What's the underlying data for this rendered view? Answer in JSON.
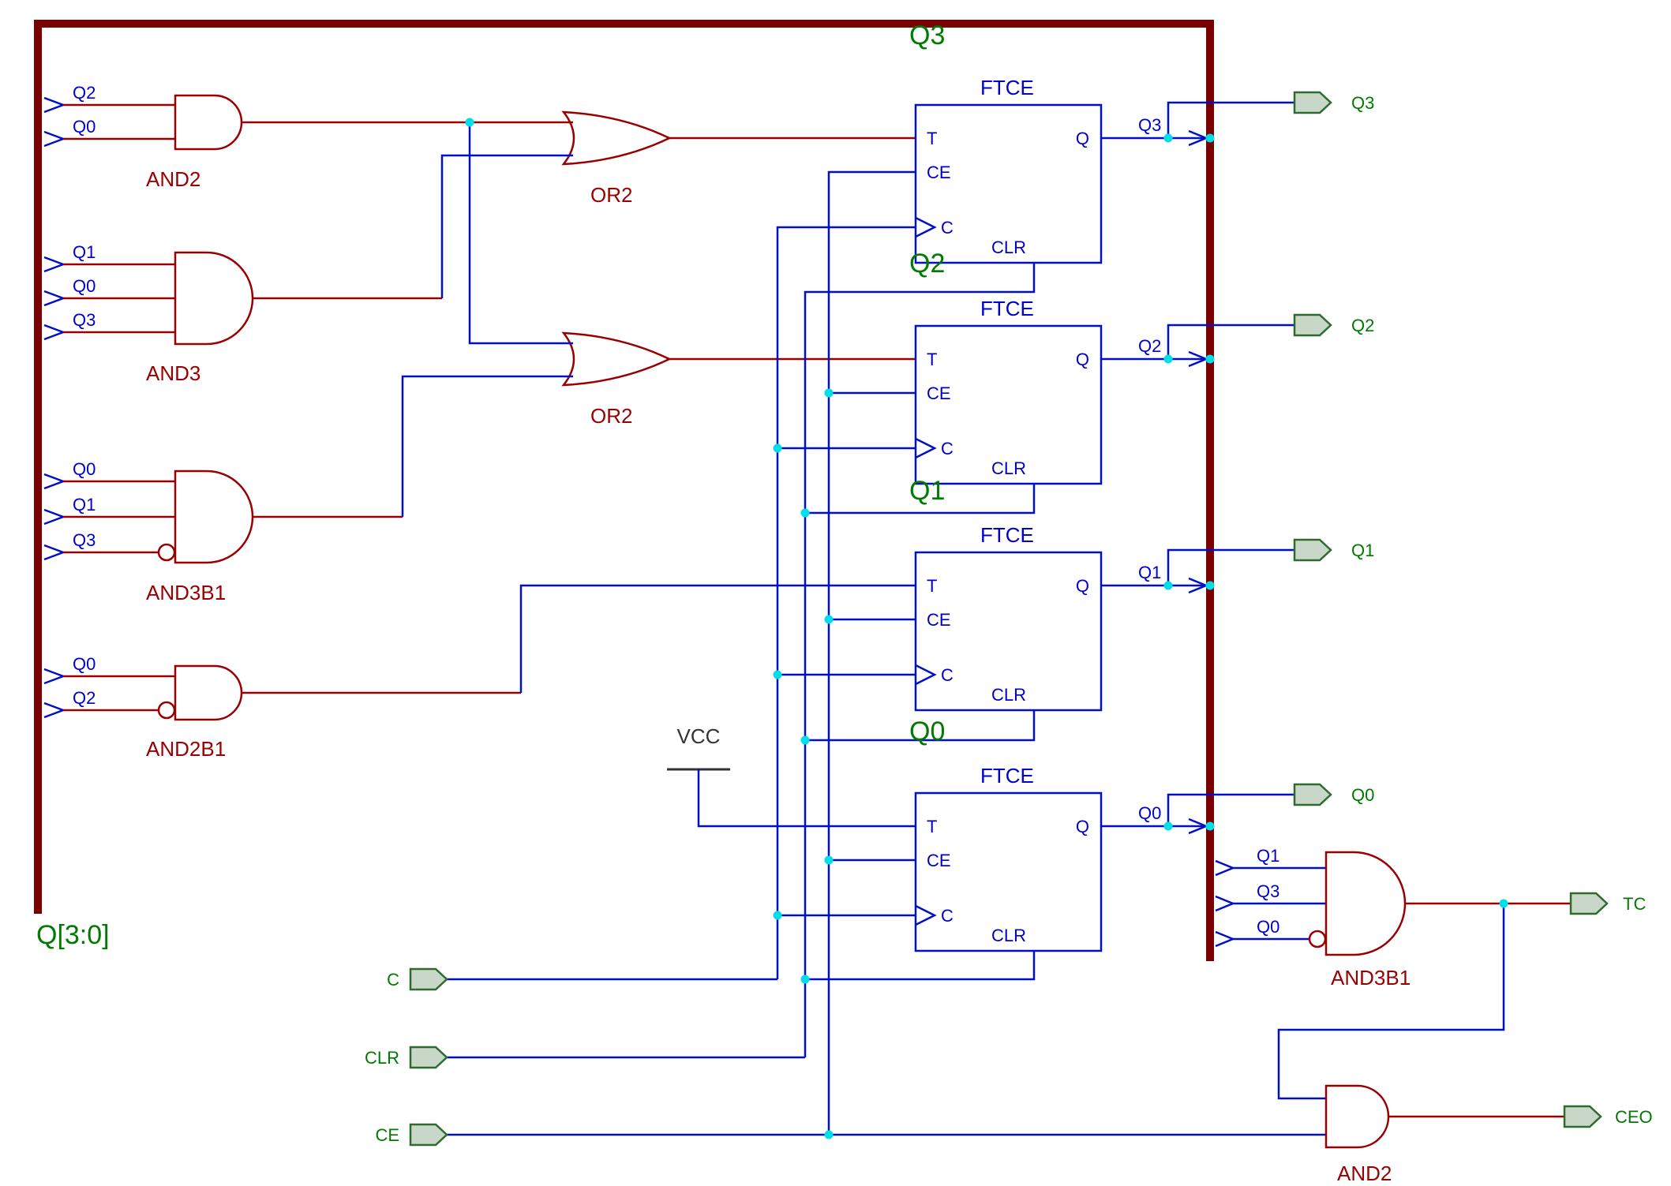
{
  "schematic": {
    "bus_name": "Q[3:0]",
    "vcc_label": "VCC"
  },
  "colors": {
    "bus": "#7a0000",
    "gate_outline": "#9a0000",
    "wire": "#0010c8",
    "junction": "#00dfe8",
    "green_label": "#007a00",
    "net_label": "#0000cd",
    "io_marker_fill": "#c9d7c9",
    "io_marker_border": "#2f6b2f"
  },
  "left_gates": [
    {
      "label": "AND2",
      "inputs": [
        "Q2",
        "Q0"
      ]
    },
    {
      "label": "AND3",
      "inputs": [
        "Q1",
        "Q0",
        "Q3"
      ]
    },
    {
      "label": "AND3B1",
      "inputs": [
        "Q0",
        "Q1",
        "Q3"
      ]
    },
    {
      "label": "AND2B1",
      "inputs": [
        "Q0",
        "Q2"
      ]
    }
  ],
  "or_gates": [
    {
      "label": "OR2"
    },
    {
      "label": "OR2"
    }
  ],
  "flipflops": [
    {
      "label": "FTCE",
      "stage": "Q3",
      "q_net": "Q3",
      "pins": {
        "t": "T",
        "ce": "CE",
        "c": "C",
        "clr": "CLR",
        "q": "Q"
      }
    },
    {
      "label": "FTCE",
      "stage": "Q2",
      "q_net": "Q2",
      "pins": {
        "t": "T",
        "ce": "CE",
        "c": "C",
        "clr": "CLR",
        "q": "Q"
      }
    },
    {
      "label": "FTCE",
      "stage": "Q1",
      "q_net": "Q1",
      "pins": {
        "t": "T",
        "ce": "CE",
        "c": "C",
        "clr": "CLR",
        "q": "Q"
      }
    },
    {
      "label": "FTCE",
      "stage": "Q0",
      "q_net": "Q0",
      "pins": {
        "t": "T",
        "ce": "CE",
        "c": "C",
        "clr": "CLR",
        "q": "Q"
      }
    }
  ],
  "outputs": [
    {
      "label": "Q3"
    },
    {
      "label": "Q2"
    },
    {
      "label": "Q1"
    },
    {
      "label": "Q0"
    },
    {
      "label": "TC"
    },
    {
      "label": "CEO"
    }
  ],
  "inputs": [
    {
      "label": "C"
    },
    {
      "label": "CLR"
    },
    {
      "label": "CE"
    }
  ],
  "tc_gate": {
    "label": "AND3B1",
    "inputs": [
      "Q1",
      "Q3",
      "Q0"
    ]
  },
  "ceo_gate": {
    "label": "AND2"
  }
}
